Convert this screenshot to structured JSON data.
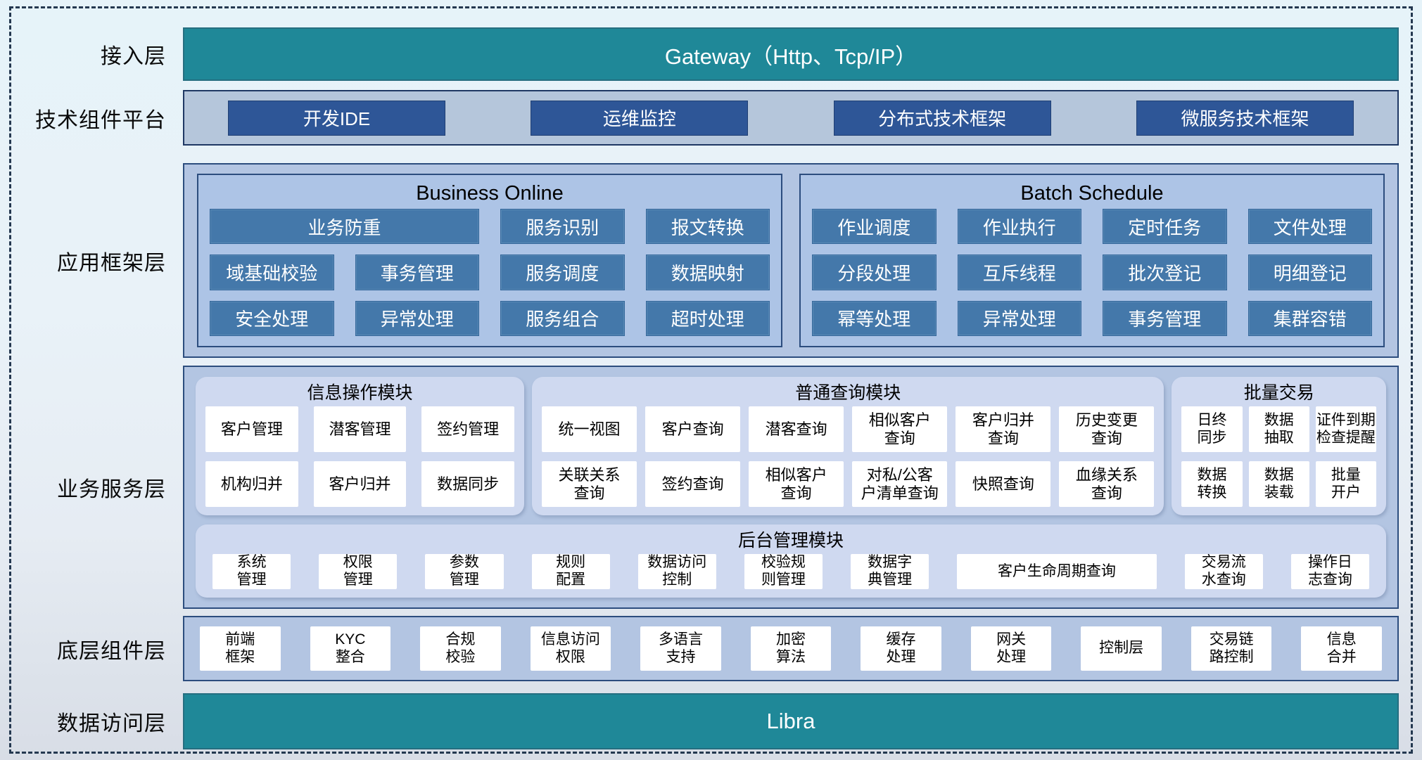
{
  "diagram": {
    "access_layer": {
      "label": "接入层",
      "gateway": "Gateway（Http、Tcp/IP）"
    },
    "tech_platform": {
      "label": "技术组件平台",
      "items": [
        "开发IDE",
        "运维监控",
        "分布式技术框架",
        "微服务技术框架"
      ]
    },
    "app_framework": {
      "label": "应用框架层",
      "business_online": {
        "title": "Business Online",
        "cells": [
          "业务防重",
          "服务识别",
          "报文转换",
          "域基础校验",
          "事务管理",
          "服务调度",
          "数据映射",
          "安全处理",
          "异常处理",
          "服务组合",
          "超时处理"
        ]
      },
      "batch_schedule": {
        "title": "Batch Schedule",
        "cells": [
          "作业调度",
          "作业执行",
          "定时任务",
          "文件处理",
          "分段处理",
          "互斥线程",
          "批次登记",
          "明细登记",
          "幂等处理",
          "异常处理",
          "事务管理",
          "集群容错"
        ]
      }
    },
    "business_service": {
      "label": "业务服务层",
      "info_module": {
        "title": "信息操作模块",
        "cells": [
          "客户管理",
          "潜客管理",
          "签约管理",
          "机构归并",
          "客户归并",
          "数据同步"
        ]
      },
      "query_module": {
        "title": "普通查询模块",
        "cells": [
          "统一视图",
          "客户查询",
          "潜客查询",
          "相似客户\n查询",
          "客户归并\n查询",
          "历史变更\n查询",
          "关联关系\n查询",
          "签约查询",
          "相似客户\n查询",
          "对私/公客\n户清单查询",
          "快照查询",
          "血缘关系\n查询"
        ]
      },
      "batch_trade": {
        "title": "批量交易",
        "cells": [
          "日终\n同步",
          "数据\n抽取",
          "证件到期\n检查提醒",
          "数据\n转换",
          "数据\n装载",
          "批量\n开户"
        ]
      },
      "admin_module": {
        "title": "后台管理模块",
        "cells": [
          "系统\n管理",
          "权限\n管理",
          "参数\n管理",
          "规则\n配置",
          "数据访问\n控制",
          "校验规\n则管理",
          "数据字\n典管理",
          "客户生命周期查询",
          "交易流\n水查询",
          "操作日\n志查询"
        ]
      }
    },
    "base_components": {
      "label": "底层组件层",
      "cells": [
        "前端\n框架",
        "KYC\n整合",
        "合规\n校验",
        "信息访问\n权限",
        "多语言\n支持",
        "加密\n算法",
        "缓存\n处理",
        "网关\n处理",
        "控制层",
        "交易链\n路控制",
        "信息\n合并"
      ]
    },
    "data_access": {
      "label": "数据访问层",
      "bar": "Libra"
    }
  },
  "colors": {
    "teal_bar": "#1f8898",
    "dark_blue_button": "#2e5697",
    "medium_blue_button": "#4478aa",
    "layer_panel_bg": "#b3c5e2",
    "layer_panel_border": "#2c4d7e",
    "rounded_panel_bg": "#cfd9f0",
    "cell_bg": "#ffffff",
    "frame_dash": "#243850"
  }
}
